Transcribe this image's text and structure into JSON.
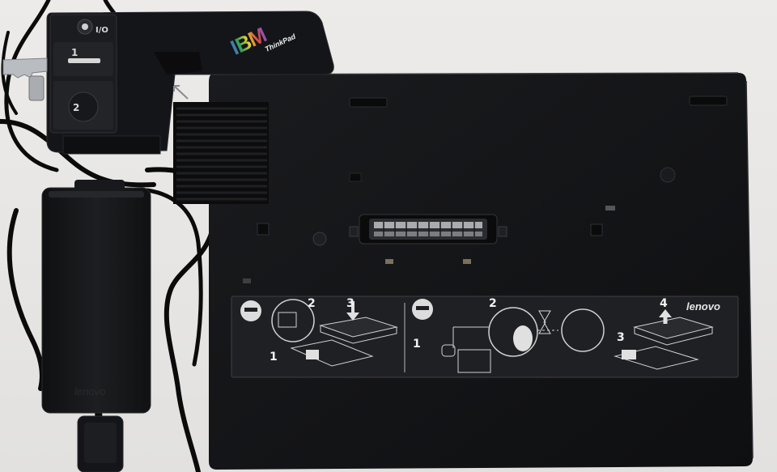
{
  "photo": {
    "subject": "docking station with power adapter",
    "brand_logo_top": "IBM",
    "model_badge": "ThinkPad",
    "brand_logo_bottom": "lenovo",
    "adapter_brand": "lenovo",
    "eject_keys": [
      "1",
      "2"
    ],
    "power_symbol": "I/O",
    "instructions": {
      "left_steps": [
        "1",
        "2",
        "3"
      ],
      "right_steps": [
        "1",
        "2",
        "3",
        "4"
      ]
    },
    "colors": {
      "background": "#e9e9e7",
      "dock_body": "#111214",
      "panel": "#1c1d20",
      "cable": "#0b0b0c"
    }
  }
}
